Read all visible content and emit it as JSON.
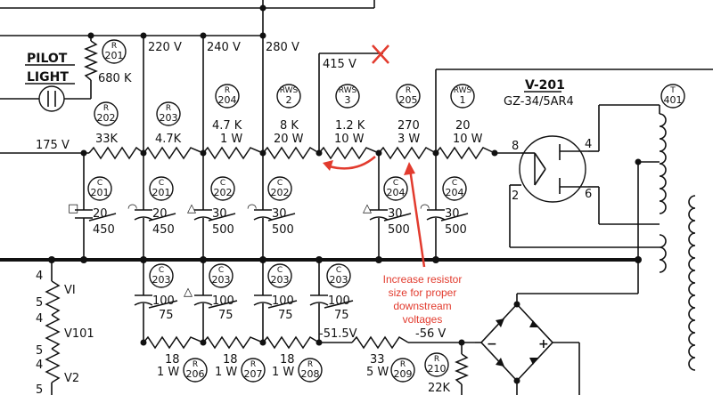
{
  "pilot": {
    "line1": "PILOT",
    "line2": "LIGHT",
    "r_ref": "201",
    "r_value": "680 K",
    "r_prefix": "R"
  },
  "rails": {
    "v175": "175 V",
    "v220": "220 V",
    "v240": "240 V",
    "v280": "280 V",
    "v415": "415 V"
  },
  "resistors_top": [
    {
      "prefix": "R",
      "ref": "202",
      "value": "33K",
      "watt": ""
    },
    {
      "prefix": "R",
      "ref": "203",
      "value": "4.7K",
      "watt": ""
    },
    {
      "prefix": "R",
      "ref": "204",
      "value": "4.7 K",
      "watt": "1 W"
    },
    {
      "prefix": "RWS",
      "ref": "2",
      "value": "8 K",
      "watt": "20 W"
    },
    {
      "prefix": "RWS",
      "ref": "3",
      "value": "1.2 K",
      "watt": "10 W"
    },
    {
      "prefix": "R",
      "ref": "205",
      "value": "270",
      "watt": "3 W"
    },
    {
      "prefix": "RWS",
      "ref": "1",
      "value": "20",
      "watt": "10 W"
    }
  ],
  "caps_top": [
    {
      "prefix": "C",
      "ref": "201",
      "value": "20",
      "volts": "450",
      "mark": "□"
    },
    {
      "prefix": "C",
      "ref": "201",
      "value": "20",
      "volts": "450",
      "mark": "◠"
    },
    {
      "prefix": "C",
      "ref": "202",
      "value": "30",
      "volts": "500",
      "mark": "△"
    },
    {
      "prefix": "C",
      "ref": "202",
      "value": "30",
      "volts": "500",
      "mark": "◠"
    },
    {
      "prefix": "C",
      "ref": "204",
      "value": "30",
      "volts": "500",
      "mark": "△"
    },
    {
      "prefix": "C",
      "ref": "204",
      "value": "30",
      "volts": "500",
      "mark": "◠"
    }
  ],
  "caps_bottom": [
    {
      "prefix": "C",
      "ref": "203",
      "value": "100",
      "volts": "75",
      "mark": ""
    },
    {
      "prefix": "C",
      "ref": "203",
      "value": "100",
      "volts": "75",
      "mark": "△"
    },
    {
      "prefix": "C",
      "ref": "203",
      "value": "100",
      "volts": "75",
      "mark": ""
    },
    {
      "prefix": "C",
      "ref": "203",
      "value": "100",
      "volts": "75",
      "mark": ""
    }
  ],
  "resistors_bottom": [
    {
      "prefix": "R",
      "ref": "206",
      "value": "18",
      "watt": "1 W"
    },
    {
      "prefix": "R",
      "ref": "207",
      "value": "18",
      "watt": "1 W"
    },
    {
      "prefix": "R",
      "ref": "208",
      "value": "18",
      "watt": "1 W"
    },
    {
      "prefix": "R",
      "ref": "209",
      "value": "33",
      "watt": "5 W"
    },
    {
      "prefix": "R",
      "ref": "210",
      "value": "22K",
      "watt": ""
    }
  ],
  "neg_rails": {
    "v1": "-51.5V",
    "v2": "-56 V"
  },
  "tube": {
    "ref": "V-201",
    "type": "GZ-34/5AR4",
    "pin8": "8",
    "pin4": "4",
    "pin2": "2",
    "pin6": "6"
  },
  "transformer": {
    "prefix": "T",
    "ref": "401"
  },
  "heaters": {
    "num4a": "4",
    "num5a": "5",
    "v1": "VI",
    "num4b": "4",
    "num5b": "5",
    "v101": "V101",
    "num4c": "4",
    "num5c": "5",
    "v2": "V2"
  },
  "bridge": {
    "minus": "−",
    "plus": "+"
  },
  "annotation": {
    "line1": "Increase resistor",
    "line2": "size for proper",
    "line3": "downstream",
    "line4": "voltages"
  }
}
